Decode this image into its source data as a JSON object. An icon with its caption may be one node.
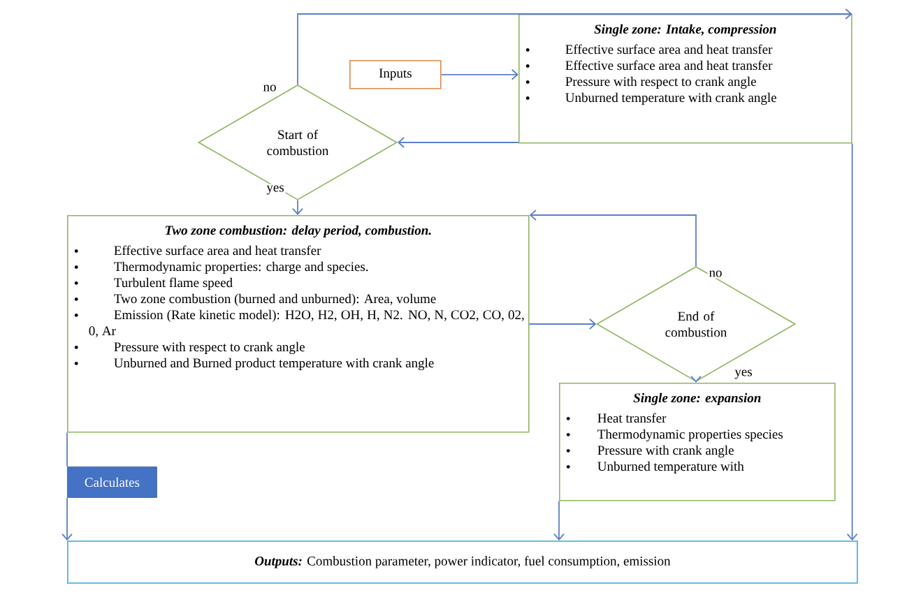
{
  "diagram": {
    "nodes": [
      {
        "text": [
          "Single zone: Intake, compression",
          "Effective surface area and heat transfer",
          "Effective surface area and heat transfer",
          "Pressure with respect to crank angle",
          "Unburned temperature with crank angle"
        ]
      },
      {
        "text": [
          "Inputs"
        ]
      },
      {
        "text": [
          "Start of combustion"
        ]
      },
      {
        "text": [
          "Two zone combustion: delay period, combustion.",
          "Effective surface area and heat transfer",
          "Thermodynamic properties: charge and species.",
          "Turbulent flame speed",
          "Two zone combustion (burned and unburned): Area, volume",
          "Emission (Rate kinetic model): H2O, H2, OH, H, N2. NO, N, CO2, CO, 02, 0, Ar",
          "Pressure with respect to crank angle",
          "Unburned and Burned product temperature with crank angle"
        ]
      },
      {
        "text": [
          "End of combustion"
        ]
      },
      {
        "text": [
          "Single zone: expansion",
          "Heat transfer",
          "Thermodynamic properties species",
          "Pressure with crank angle",
          "Unburned temperature with"
        ]
      },
      {
        "text": [
          "Calculates"
        ]
      },
      {
        "text": [
          "Outputs:",
          "Combustion parameter, power indicator, fuel consumption, emission"
        ]
      }
    ],
    "edges": [
      {
        "from": 2,
        "to": 0,
        "arrow": "to",
        "label": "no"
      },
      {
        "from": 1,
        "to": 0,
        "arrow": "to"
      },
      {
        "from": 0,
        "to": 2,
        "arrow": "to"
      },
      {
        "from": 2,
        "to": 3,
        "arrow": "to",
        "label": "yes"
      },
      {
        "from": 3,
        "to": 4,
        "arrow": "to"
      },
      {
        "from": 4,
        "to": 3,
        "arrow": "to",
        "label": "no"
      },
      {
        "from": 4,
        "to": 5,
        "arrow": "to",
        "label": "yes"
      },
      {
        "from": 3,
        "to": 6,
        "arrow": "none"
      },
      {
        "from": 6,
        "to": 7,
        "arrow": "to"
      },
      {
        "from": 5,
        "to": 7,
        "arrow": "to"
      },
      {
        "from": 0,
        "to": 7,
        "arrow": "to"
      }
    ]
  }
}
